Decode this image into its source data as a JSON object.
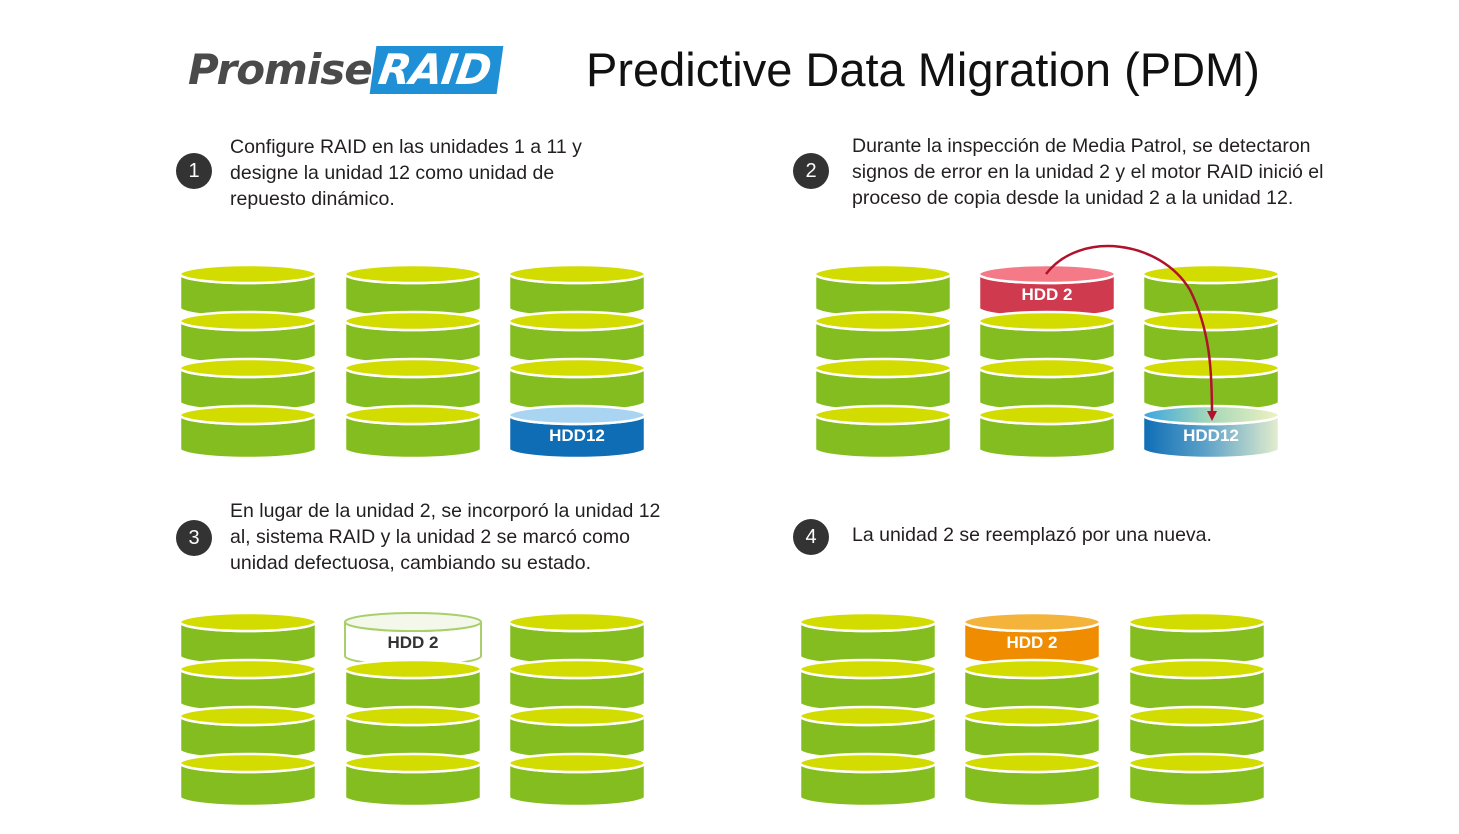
{
  "header": {
    "logo_promise": "Promise",
    "logo_raid": "RAID",
    "title": "Predictive Data Migration (PDM)"
  },
  "steps": [
    {
      "number": "1",
      "text": "Configure RAID en las unidades 1 a 11 y designe la unidad 12 como unidad de repuesto dinámico."
    },
    {
      "number": "2",
      "text": "Durante la inspección de Media Patrol, se detectaron signos de error en la unidad 2 y el motor RAID inició el proceso de copia desde la unidad 2 a la unidad 12."
    },
    {
      "number": "3",
      "text": "En lugar de la unidad 2, se incorporó la unidad 12 al, sistema RAID y la unidad 2 se marcó como unidad defectuosa, cambiando su estado."
    },
    {
      "number": "4",
      "text": "La unidad 2 se reemplazó por una nueva."
    }
  ],
  "labels": {
    "hdd12": "HDD12",
    "hdd2": "HDD 2"
  },
  "colors": {
    "disk_side": "#84bd1f",
    "disk_top": "#d3dc00",
    "spare_side": "#0e6db5",
    "spare_top": "#a9d4f2",
    "failing_side": "#cf3a4e",
    "failing_top": "#f47a87",
    "new_side": "#ef8c00",
    "new_top": "#f4b43c",
    "arrow": "#b0122c"
  }
}
